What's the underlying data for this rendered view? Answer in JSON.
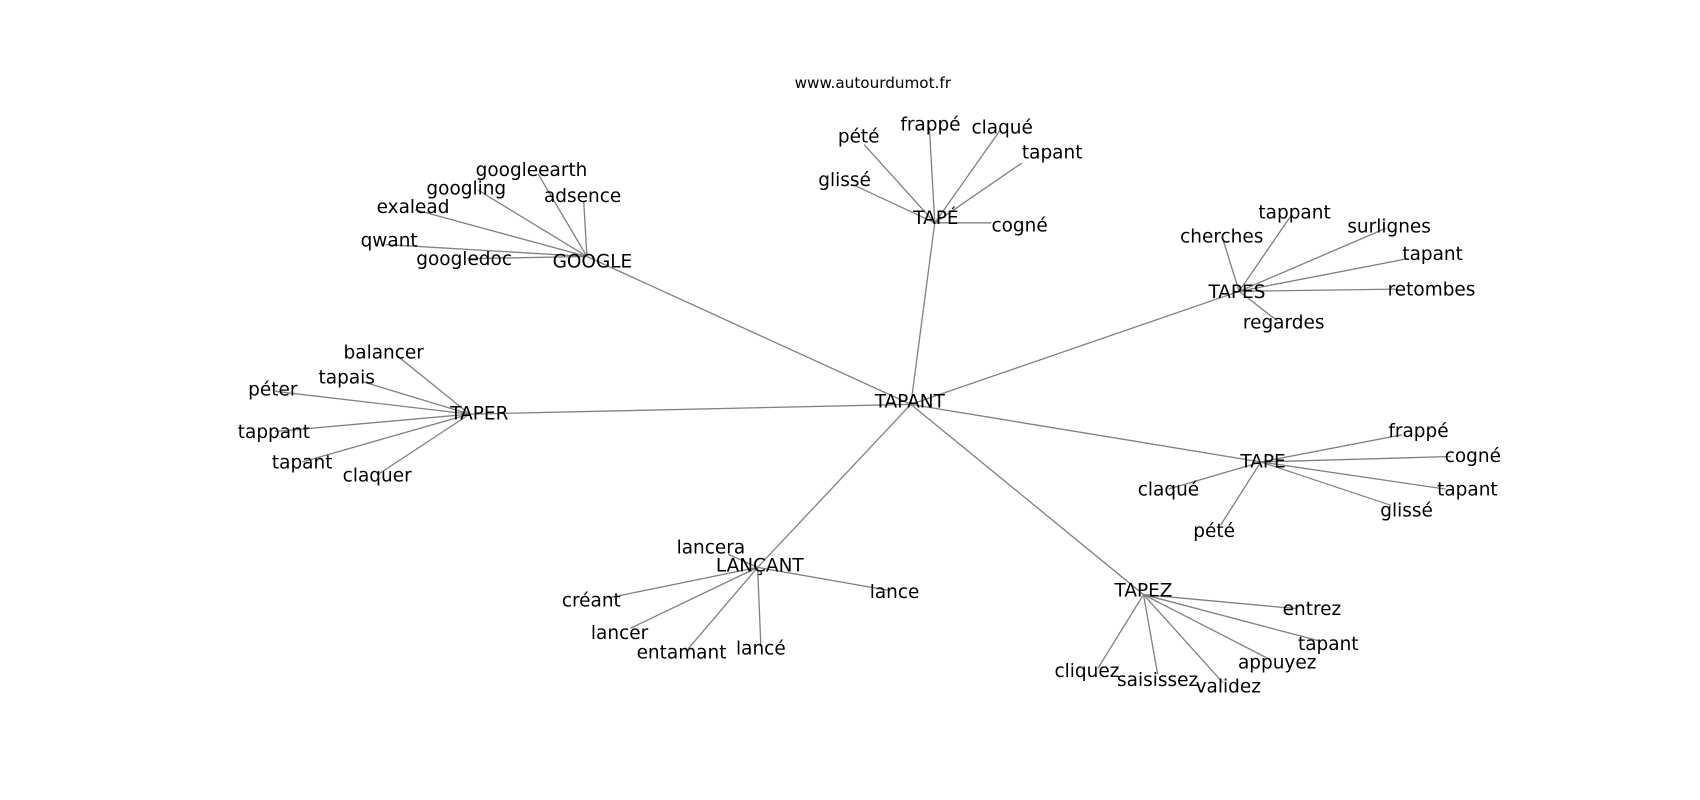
{
  "title": "www.autourdumot.fr",
  "center": "TAPANT",
  "clusters": [
    {
      "hub": "GOOGLE",
      "leaves": [
        "googleearth",
        "googling",
        "exalead",
        "qwant",
        "googledoc",
        "adsence"
      ]
    },
    {
      "hub": "TAPÉ",
      "leaves": [
        "pété",
        "frappé",
        "claqué",
        "tapant",
        "glissé",
        "cogné"
      ]
    },
    {
      "hub": "TAPES",
      "leaves": [
        "cherches",
        "tappant",
        "surlignes",
        "tapant",
        "retombes",
        "regardes"
      ]
    },
    {
      "hub": "TAPER",
      "leaves": [
        "balancer",
        "tapais",
        "péter",
        "tappant",
        "tapant",
        "claquer"
      ]
    },
    {
      "hub": "TAPE",
      "leaves": [
        "frappé",
        "cogné",
        "tapant",
        "glissé",
        "pété",
        "claqué"
      ]
    },
    {
      "hub": "LANÇANT",
      "leaves": [
        "lancera",
        "créant",
        "lancer",
        "entamant",
        "lancé",
        "lance"
      ]
    },
    {
      "hub": "TAPEZ",
      "leaves": [
        "entrez",
        "tapant",
        "appuyez",
        "validez",
        "saisissez",
        "cliquez"
      ]
    }
  ]
}
